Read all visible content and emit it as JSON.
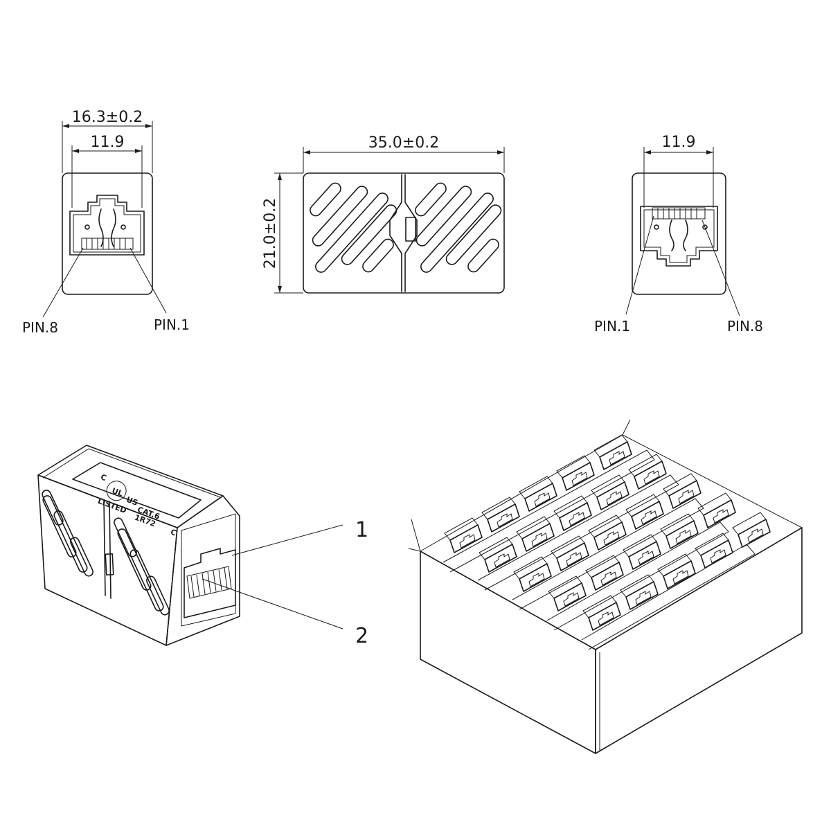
{
  "dimensions": {
    "width_front": "16.3±0.2",
    "opening_left": "11.9",
    "length": "35.0±0.2",
    "height": "21.0±0.2",
    "opening_right": "11.9"
  },
  "pins": {
    "left_a": "PIN.8",
    "left_b": "PIN.1",
    "right_a": "PIN.1",
    "right_b": "PIN.8"
  },
  "callouts": [
    "1",
    "2"
  ],
  "product_label": {
    "cert_c": "C",
    "cert_us": "US",
    "listed": "LISTED",
    "category": "CAT.6",
    "code": "1R72",
    "mark": "C"
  }
}
